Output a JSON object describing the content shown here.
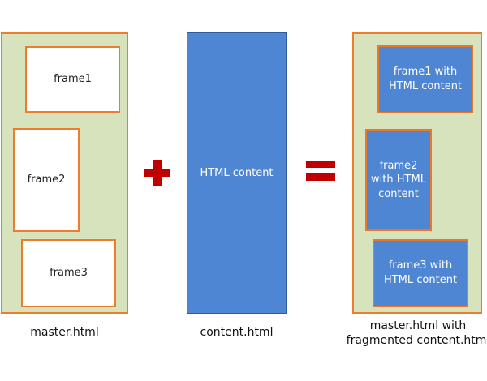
{
  "colors": {
    "panel_fill": "#d6e3bc",
    "panel_border": "#ec7d2c",
    "content_blue": "#4f86d4",
    "operator_red": "#c00000"
  },
  "master": {
    "frames": [
      "frame1",
      "frame2",
      "frame3"
    ],
    "caption": "master.html"
  },
  "content": {
    "label": "HTML content",
    "caption": "content.html"
  },
  "operators": {
    "plus_icon": "plus-icon",
    "equals_icon": "equals-icon"
  },
  "result": {
    "frames": [
      "frame1 with HTML content",
      "frame2 with HTML content",
      "frame3 with HTML content"
    ],
    "caption_line1": "master.html with",
    "caption_line2": "fragmented content.html"
  }
}
